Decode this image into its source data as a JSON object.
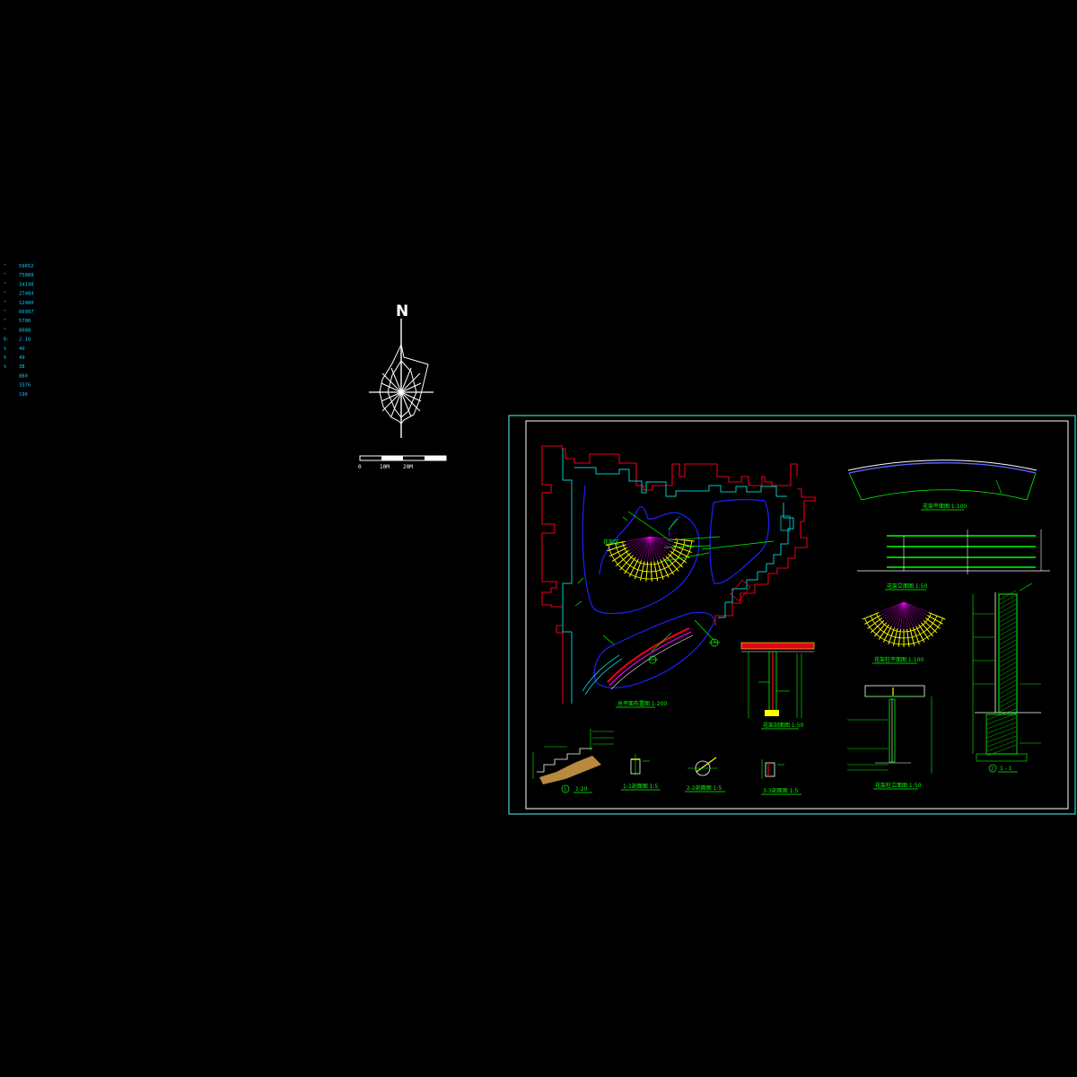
{
  "colors": {
    "background": "#000000",
    "frame": "#3fd3c8",
    "inner_frame": "#ffffff",
    "building": "#e3001b",
    "wall": "#00c8c8",
    "path": "#2020ff",
    "green": "#00ff00",
    "yellow": "#ffff00",
    "magenta": "#ff00ff",
    "stat_text": "#00c8ff"
  },
  "stats": {
    "rows": [
      {
        "mark": "\"",
        "value": "59652"
      },
      {
        "mark": "\"",
        "value": "75888"
      },
      {
        "mark": "\"",
        "value": "34198"
      },
      {
        "mark": "\"",
        "value": "27484"
      },
      {
        "mark": "\"",
        "value": "12480"
      },
      {
        "mark": "\"",
        "value": "66997"
      },
      {
        "mark": "\"",
        "value": "5708"
      },
      {
        "mark": "\"",
        "value": "8088"
      },
      {
        "mark": "B:",
        "value": "2.18"
      },
      {
        "mark": "%",
        "value": "40"
      },
      {
        "mark": "%",
        "value": "49"
      },
      {
        "mark": "%",
        "value": "38"
      },
      {
        "mark": "",
        "value": "880"
      },
      {
        "mark": "",
        "value": "3376"
      },
      {
        "mark": "",
        "value": "196"
      }
    ]
  },
  "compass": {
    "north_label": "N",
    "scale_labels": [
      "0",
      "10M",
      "20M"
    ]
  },
  "sheet": {
    "plan_title": "总平面布置图  1:200",
    "plan_marker_label": "花架区",
    "elevation_top_title": "花架平面图  1:100",
    "elevation_mid_title": "花架立面图  1:50",
    "pergola_plan_title": "花架柱平面图  1:100",
    "section_title": "花架剖面图  1:50",
    "pergola_section_title": "花架柱立面图  1:50",
    "wall_section_label": "1 - 1",
    "detail_step_title": "1:20",
    "detail_a_title": "1-1剖面图  1:5",
    "detail_b_title": "2-2剖面图  1:5",
    "detail_c_title": "3-3剖面图  1:5",
    "detail_step_number": "1",
    "wall_section_number": "2"
  }
}
